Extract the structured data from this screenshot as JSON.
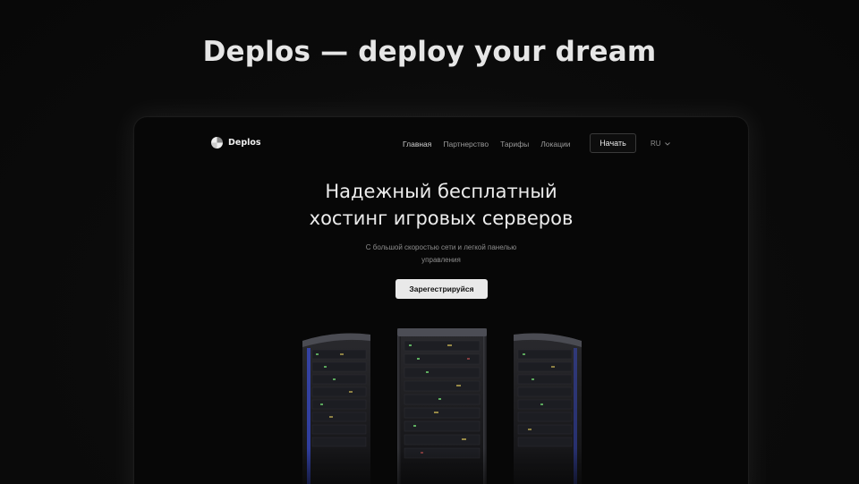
{
  "promo": {
    "title": "Deplos — deploy your dream"
  },
  "nav": {
    "logo_text": "Deplos",
    "links": [
      "Главная",
      "Партнерство",
      "Тарифы",
      "Локации"
    ],
    "start_label": "Начать",
    "lang": "RU"
  },
  "hero": {
    "title_line1": "Надежный бесплатный",
    "title_line2": "хостинг игровых серверов",
    "subtitle_line1": "С большой скоростью сети и легкой панелью",
    "subtitle_line2": "управления",
    "cta_label": "Зарегестрируйся"
  },
  "icons": [
    "logo-icon",
    "chevron-down-icon"
  ],
  "colors": {
    "background": "#0a0a0a",
    "accent_light": "#e9e9e9",
    "rack_led_blue": "#3b4fd6"
  }
}
